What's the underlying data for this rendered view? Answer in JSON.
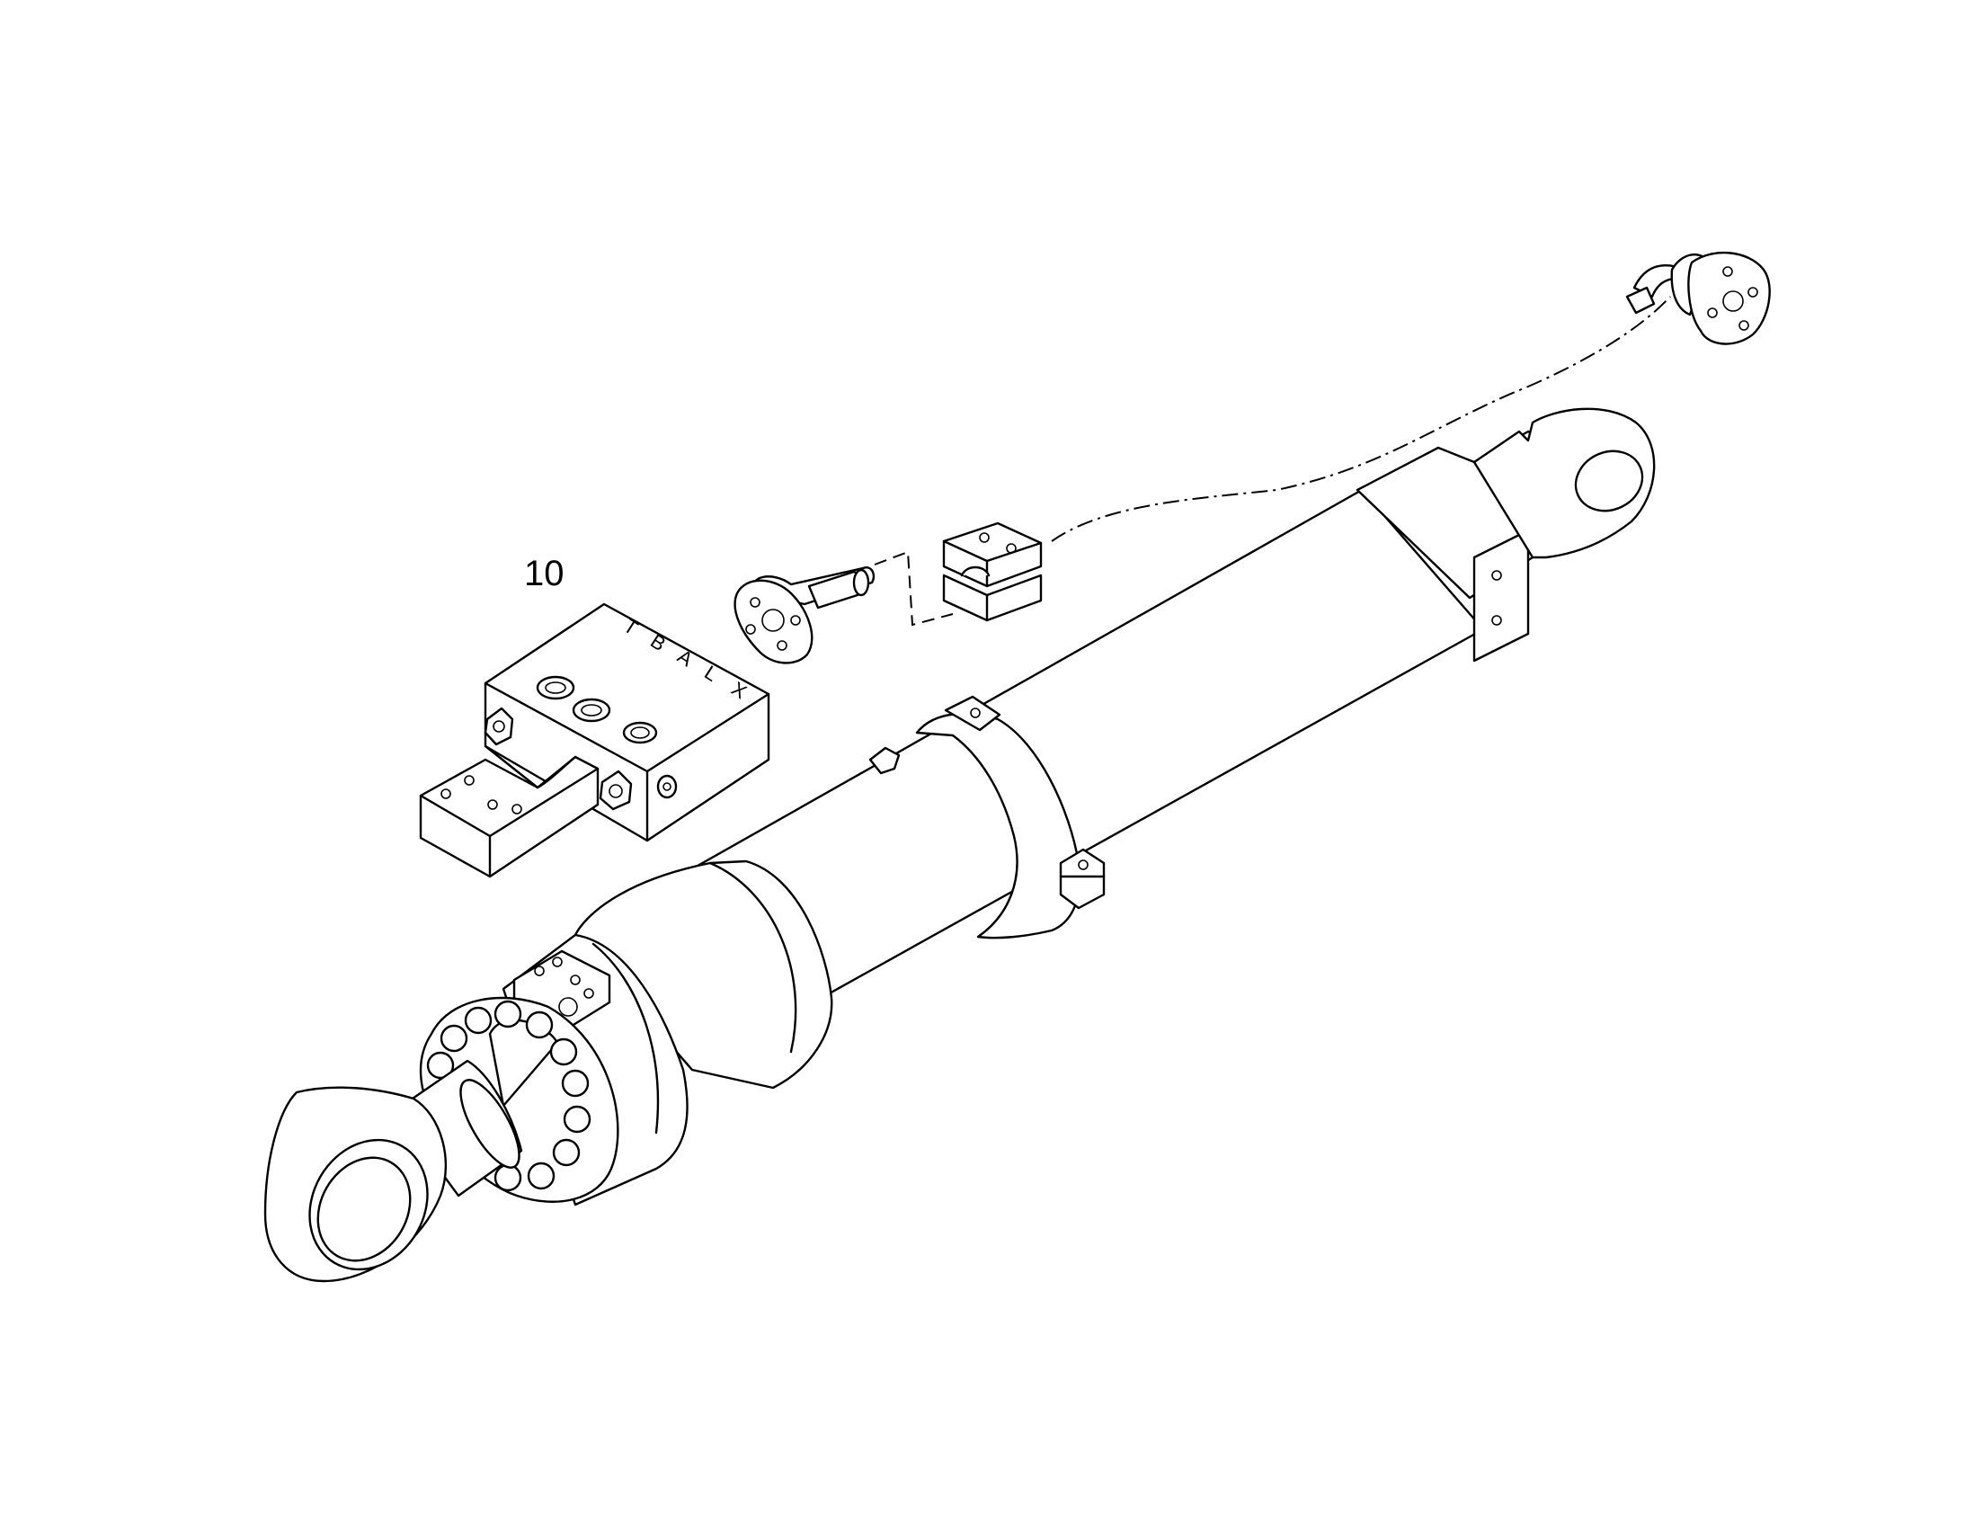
{
  "callouts": [
    {
      "id": "10",
      "label": "10"
    }
  ],
  "engraving": {
    "letters": [
      "T",
      "B",
      "A",
      "L",
      "X"
    ]
  },
  "colors": {
    "background": "#ffffff",
    "linework": "#000000"
  }
}
